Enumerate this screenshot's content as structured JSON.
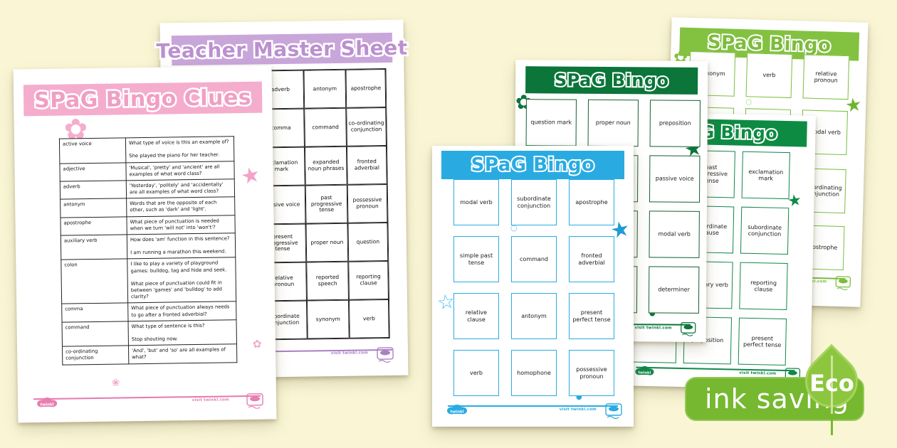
{
  "background_color": "#FAF6D5",
  "footer": {
    "visit_text": "visit twinkl.com",
    "logo_text": "twinkl"
  },
  "icons": {
    "flower": "✿",
    "flower_outline": "❀",
    "star": "★",
    "star_outline": "☆",
    "circle": "○",
    "dot": "●"
  },
  "clues_page": {
    "title": "SPaG Bingo Clues",
    "accent_color": "#F5ADCD",
    "rows": [
      {
        "term": "active voice",
        "clue": "What type of voice is this an example of?\n\nShe played the piano for her teacher."
      },
      {
        "term": "adjective",
        "clue": "'Musical', 'pretty' and 'ancient' are all examples of what word class?"
      },
      {
        "term": "adverb",
        "clue": "'Yesterday', 'politely' and 'accidentally' are all examples of what word class?"
      },
      {
        "term": "antonym",
        "clue": "Words that are the opposite of each other, such as 'dark' and 'light'."
      },
      {
        "term": "apostrophe",
        "clue": "What piece of punctuation is needed when we turn 'will not' into 'won't'?"
      },
      {
        "term": "auxiliary verb",
        "clue": "How does 'am' function in this sentence?\n\nI am running a marathon this weekend."
      },
      {
        "term": "colon",
        "clue": "I like to play a variety of playground games: bulldog, tag and hide and seek.\n\nWhat piece of punctuation could fit in between 'games' and 'bulldog' to add clarity?"
      },
      {
        "term": "comma",
        "clue": "What piece of punctuation always needs to go after a fronted adverbial?"
      },
      {
        "term": "command",
        "clue": "What type of sentence is this?\n\nStop shouting now."
      },
      {
        "term": "co-ordinating conjunction",
        "clue": "'And', 'but' and 'so' are all examples of what?"
      }
    ]
  },
  "master_sheet": {
    "title": "Teacher Master Sheet",
    "accent_color": "#C9A6DA",
    "grid": [
      [
        "",
        "adverb",
        "antonym",
        "apostrophe"
      ],
      [
        "",
        "comma",
        "command",
        "co-ordinating conjunction"
      ],
      [
        "",
        "exclamation mark",
        "expanded noun phrases",
        "fronted adverbial"
      ],
      [
        "",
        "passive voice",
        "past progressive tense",
        "possessive pronoun"
      ],
      [
        "",
        "present progressive tense",
        "proper noun",
        "question"
      ],
      [
        "",
        "relative pronoun",
        "reported speech",
        "reporting clause"
      ],
      [
        "",
        "subordinate conjunction",
        "synonym",
        "verb"
      ]
    ]
  },
  "bingo_cards": [
    {
      "id": "light",
      "title": "SPaG Bingo",
      "accent_color": "#83C241",
      "cells": [
        [
          "synonym",
          "verb",
          "relative pronoun"
        ],
        [
          "",
          "",
          "modal verb"
        ],
        [
          "",
          "",
          "co-ordinating conjunction"
        ],
        [
          "",
          "",
          "apostrophe"
        ]
      ]
    },
    {
      "id": "medium",
      "title": "SPaG Bingo",
      "accent_color": "#0D8B43",
      "cells": [
        [
          "",
          "past progressive tense",
          "exclamation mark"
        ],
        [
          "",
          "subordinate clause",
          "subordinate conjunction"
        ],
        [
          "",
          "auxiliary verb",
          "reporting clause"
        ],
        [
          "",
          "preposition",
          "present perfect tense"
        ]
      ]
    },
    {
      "id": "dark",
      "title": "SPaG Bingo",
      "accent_color": "#0B753A",
      "cells": [
        [
          "question mark",
          "proper noun",
          "preposition"
        ],
        [
          "",
          "",
          "passive voice"
        ],
        [
          "",
          "",
          "modal verb"
        ],
        [
          "",
          "",
          "determiner"
        ]
      ]
    },
    {
      "id": "blue",
      "title": "SPaG Bingo",
      "accent_color": "#29ABE2",
      "cells": [
        [
          "modal verb",
          "subordinate conjunction",
          "apostrophe"
        ],
        [
          "simple past tense",
          "command",
          "fronted adverbial"
        ],
        [
          "relative clause",
          "antonym",
          "present perfect tense"
        ],
        [
          "verb",
          "homophone",
          "possessive pronoun"
        ]
      ]
    }
  ],
  "eco_badge": {
    "label": "ink saving",
    "eco": "Eco"
  }
}
